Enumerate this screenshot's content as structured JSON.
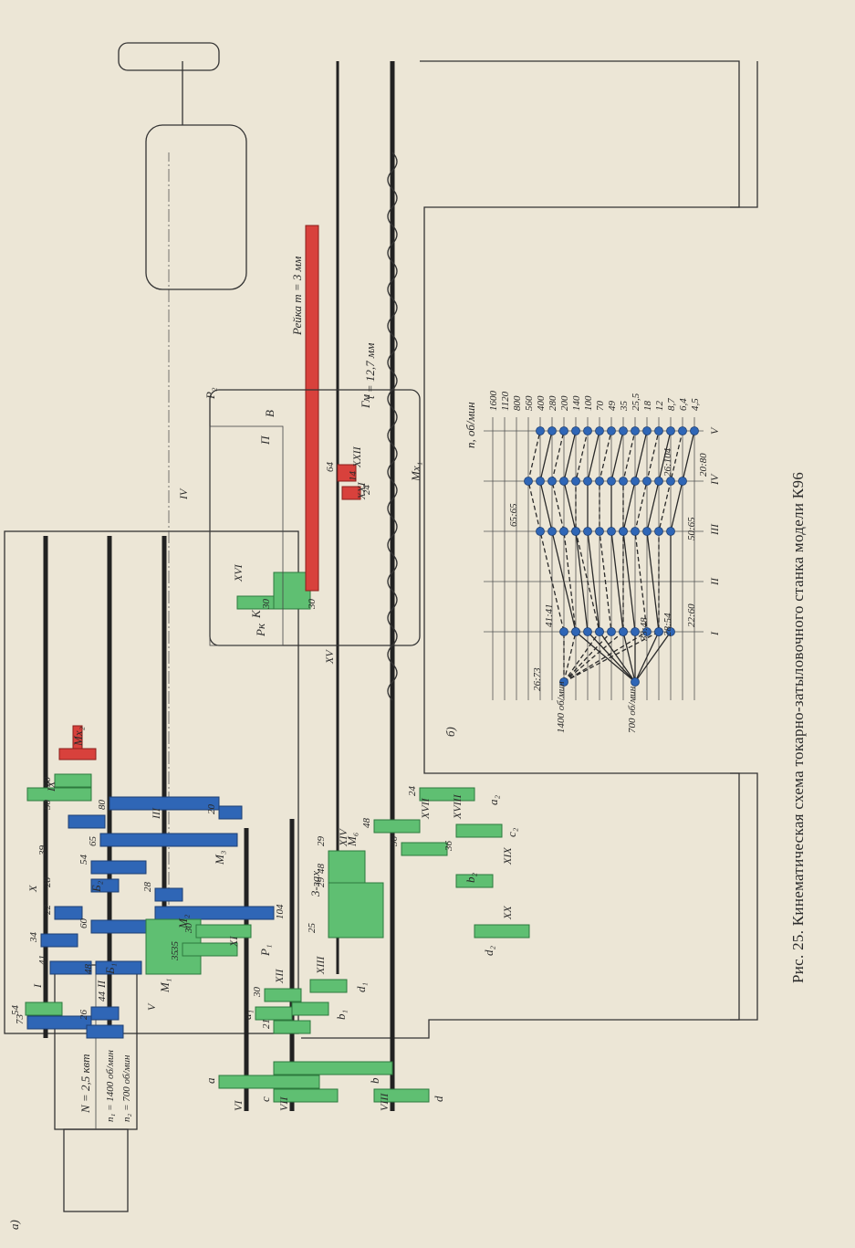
{
  "figure": {
    "caption": "Рис. 25. Кинематическая схема токарно-затыловочного станка модели К96",
    "panel_a": "а)",
    "panel_b": "б)"
  },
  "motor": {
    "power": "N = 2,5 квт",
    "n1": "n₁ = 1400 об/мин",
    "n2": "n₂ = 700 об/мин"
  },
  "labels": {
    "rack": "Рейка m = 3 мм",
    "leadscrew": "t = 12,7 мм",
    "clutch1": "Мх₁",
    "clutch2": "Мх₂",
    "brake": "Гм",
    "p1": "Р₁",
    "p2": "Р₂",
    "pk": "Рк",
    "gear_a": "а",
    "gear_b": "b",
    "gear_c": "c",
    "gear_d": "d",
    "gear_a1": "a₁",
    "gear_b1": "b₁",
    "gear_d1": "d₁",
    "gear_a2": "a₂",
    "gear_b2": "b₂",
    "gear_c2": "c₂",
    "gear_d2": "d₂",
    "m1": "М₁",
    "m2": "М₂",
    "m3": "М₃",
    "m6": "М₆",
    "b1": "Б₁",
    "b2": "Б₂",
    "three_start": "3-зах.",
    "cam_k": "К",
    "part_p": "П",
    "part_v": "В"
  },
  "shaft_numbers": [
    "I",
    "II",
    "III",
    "IV",
    "V",
    "VI",
    "VII",
    "VIII",
    "IX",
    "X",
    "XI",
    "XII",
    "XIII",
    "XIV",
    "XV",
    "XVI",
    "XVII",
    "XVIII",
    "XIX",
    "XX",
    "XXI",
    "XXII"
  ],
  "gear_numbers": [
    "54",
    "73",
    "41",
    "34",
    "22",
    "28",
    "39",
    "50",
    "26",
    "44",
    "35",
    "48",
    "60",
    "54",
    "28",
    "65",
    "80",
    "50",
    "20",
    "104",
    "30",
    "35",
    "30",
    "21",
    "25",
    "29",
    "48",
    "29",
    "36",
    "36",
    "48",
    "24",
    "30",
    "30",
    "64",
    "14",
    "24"
  ],
  "chart_data": {
    "type": "line",
    "title": "",
    "input_speeds": [
      {
        "value": "1400",
        "unit": "об/мин"
      },
      {
        "value": "700",
        "unit": "об/мин"
      }
    ],
    "shaft_columns": [
      "I",
      "II",
      "III",
      "IV",
      "V"
    ],
    "speed_axis_label": "n, об/мин",
    "speeds": [
      "1600",
      "1120",
      "800",
      "560",
      "400",
      "280",
      "200",
      "140",
      "100",
      "70",
      "49",
      "35",
      "25,5",
      "18",
      "12",
      "8,7",
      "6,4",
      "4,5"
    ],
    "ratios": [
      "26:73",
      "41:41",
      "33:48",
      "28:54",
      "22:60",
      "65:65",
      "26:104",
      "50:65",
      "20:80"
    ],
    "grid": true
  }
}
